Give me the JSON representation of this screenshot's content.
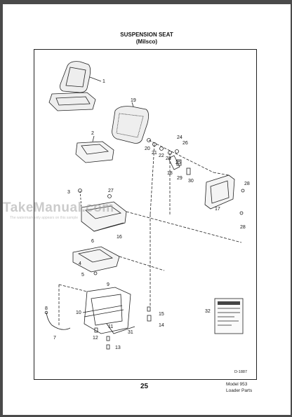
{
  "header": {
    "title": "SUSPENSION SEAT",
    "subtitle": "(Milsco)"
  },
  "watermark": {
    "brand": "TakeManual.com",
    "note": "The watermark only appears on this sample"
  },
  "callouts": [
    "1",
    "2",
    "4",
    "5",
    "6",
    "7",
    "8",
    "9",
    "10",
    "11",
    "12",
    "13",
    "14",
    "15",
    "16",
    "17",
    "18",
    "19",
    "20",
    "21",
    "22",
    "23",
    "24",
    "25",
    "26",
    "27",
    "28",
    "29",
    "30",
    "31",
    "32",
    "3",
    "28"
  ],
  "figure_ref": "D-1887",
  "footer": {
    "page_number": "25",
    "model": "Model 953",
    "section": "Loader Parts"
  }
}
